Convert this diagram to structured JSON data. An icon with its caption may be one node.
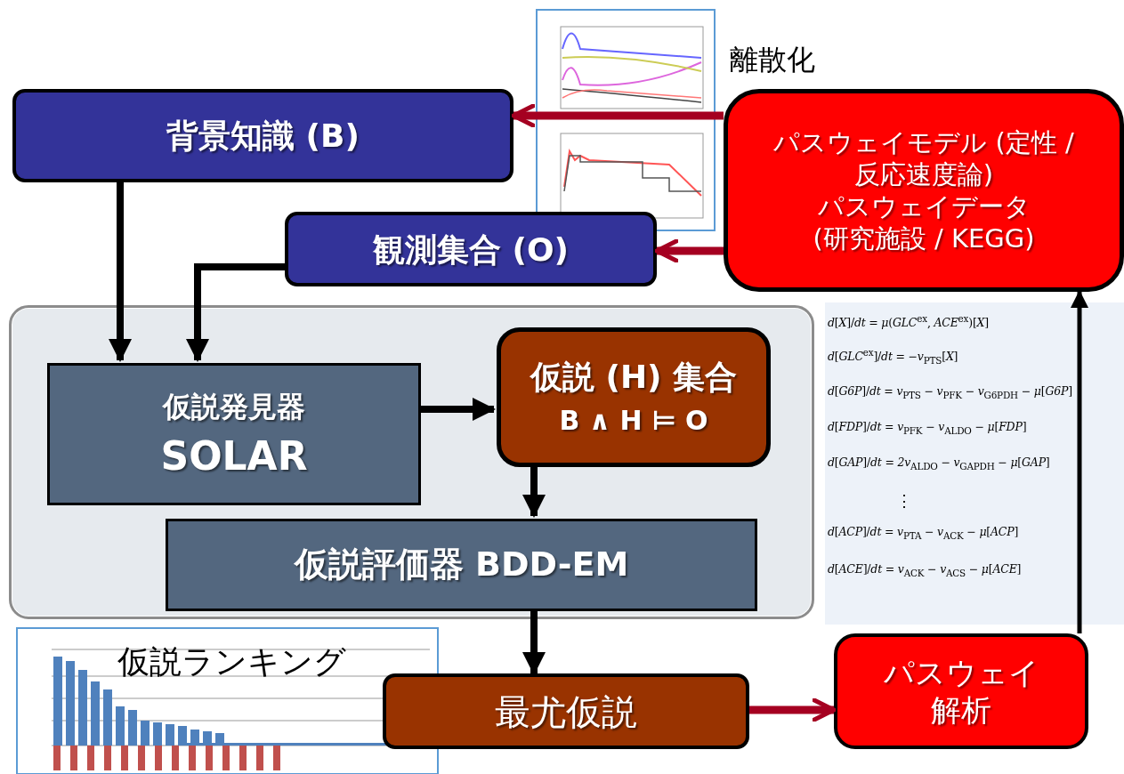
{
  "diagram": {
    "nodes": [
      {
        "text": [
          "背景知識 (B)"
        ]
      },
      {
        "text": [
          "観測集合 (O)"
        ]
      },
      {
        "text": [],
        "shape": "box"
      },
      {
        "text": [
          "仮説発見器",
          "SOLAR"
        ],
        "in": 2
      },
      {
        "text": [
          "仮説 (H) 集合",
          "B ∧ H ⊨ O"
        ],
        "in": 2
      },
      {
        "text": [
          "仮説評価器 BDD-EM"
        ],
        "in": 2
      },
      {
        "text": [
          "パスウェイモデル (定性 / 反応速度論) パスウェイデータ (研究施設 / KEGG)"
        ]
      },
      {
        "text": [
          "最尤仮説"
        ]
      },
      {
        "text": [
          "パスウェイ解析"
        ]
      }
    ],
    "edges": [
      {
        "from": 0,
        "to": 3,
        "arrow": "to"
      },
      {
        "from": 1,
        "to": 3,
        "arrow": "to"
      },
      {
        "from": 3,
        "to": 4,
        "arrow": "to"
      },
      {
        "from": 4,
        "to": 5,
        "arrow": "to"
      },
      {
        "from": 5,
        "to": 7,
        "arrow": "to"
      },
      {
        "from": 7,
        "to": 8,
        "arrow": "to",
        "color": "#a50021"
      },
      {
        "from": 8,
        "to": 6,
        "arrow": "to"
      },
      {
        "from": 6,
        "to": 0,
        "arrow": "to",
        "color": "#a50021"
      },
      {
        "from": 6,
        "to": 1,
        "arrow": "to",
        "color": "#a50021"
      }
    ],
    "labels": [
      "離散化",
      "*d*[*X*]/*dt* = *μ*(*GLC*$^{ex}$, *ACE*$^{ex}$)[*X*]",
      "*d*[*GLC*$^{ex}$]/*dt* = −*v*$_{PTS}$[*X*]",
      "*d*[*G6P*]/*dt* = *v*$_{PTS}$ − *v*$_{PFK}$ − *v*$_{G6PDH}$ − *μ*[*G6P*]",
      "*d*[*FDP*]/*dt* = *v*$_{PFK}$ − *v*$_{ALDO}$ − *μ*[*FDP*]",
      "*d*[*GAP*]/*dt* = *2v*$_{ALDO}$ − *v*$_{GAPDH}$ − *μ*[*GAP*]",
      "⋮",
      "*d*[*ACP*]/*dt* = *v*$_{PTA}$ − *v*$_{ACK}$ − *μ*[*ACP*]",
      "*d*[*ACE*]/*dt* = *v*$_{ACK}$ − *v*$_{ACS}$ − *μ*[*ACE*]",
      "仮説ランキング"
    ]
  }
}
